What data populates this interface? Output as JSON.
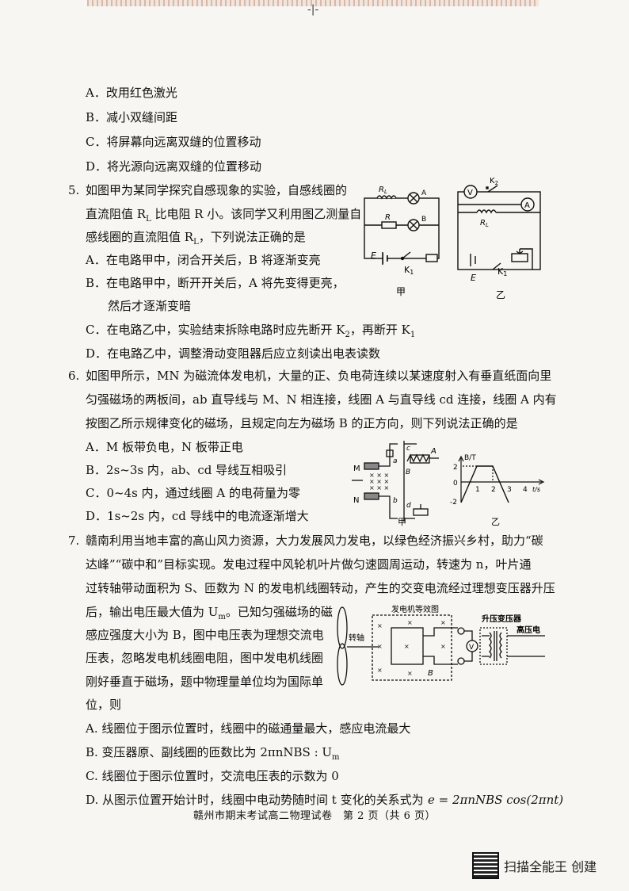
{
  "q4_options": {
    "A": "A．改用红色激光",
    "B": "B．减小双缝间距",
    "C": "C．将屏幕向远离双缝的位置移动",
    "D": "D．将光源向远离双缝的位置移动"
  },
  "q5": {
    "number": "5.",
    "stem_1": "如图甲为某同学探究自感现象的实验，自感线圈的",
    "stem_2": "直流阻值 R",
    "stem_2_sub": "L",
    "stem_2_rest": " 比电阻 R 小。该同学又利用图乙测量自",
    "stem_3": "感线圈的直流阻值 R",
    "stem_3_sub": "L",
    "stem_3_rest": "，下列说法正确的是",
    "A": "A．在电路甲中，闭合开关后，B 将逐渐变亮",
    "B1": "B．在电路甲中，断开开关后，A 将先变得更亮，",
    "B2": "然后才逐渐变暗",
    "C": "C．在电路乙中，实验结束拆除电路时应先断开 K",
    "C_sub1": "2",
    "C_rest": "，再断开 K",
    "C_sub2": "1",
    "D": "D．在电路乙中，调整滑动变阻器后应立刻读出电表读数",
    "fig_jia": {
      "label": "甲",
      "RL": "R",
      "RL_sub": "L",
      "R": "R",
      "A": "A",
      "B": "B",
      "E": "E",
      "K1": "K",
      "K1_sub": "1"
    },
    "fig_yi": {
      "label": "乙",
      "V": "V",
      "A": "A",
      "K2": "K",
      "K2_sub": "2",
      "RL": "R",
      "RL_sub": "L",
      "E": "E",
      "K1": "K",
      "K1_sub": "1"
    }
  },
  "q6": {
    "number": "6.",
    "stem_1": "如图甲所示，MN 为磁流体发电机，大量的正、负电荷连续以某速度射入有垂直纸面向里",
    "stem_2": "匀强磁场的两板间，ab 直导线与 M、N 相连接，线圈 A 与直导线 cd 连接，线圈 A 内有",
    "stem_3": "按图乙所示规律变化的磁场，且规定向左为磁场 B 的正方向，则下列说法正确的是",
    "A": "A．M 板带负电，N 板带正电",
    "B": "B．2s~3s 内，ab、cd 导线互相吸引",
    "C": "C．0~4s 内，通过线圈 A 的电荷量为零",
    "D": "D．1s~2s 内，cd 导线中的电流逐渐增大",
    "fig_jia": {
      "label": "甲",
      "M": "M",
      "N": "N",
      "a": "a",
      "b": "b",
      "c": "c",
      "d": "d",
      "coil": "A",
      "B": "B"
    },
    "fig_yi": {
      "label": "乙",
      "ylabel": "B/T",
      "xlabel": "t/s",
      "y_pos": "2",
      "y_zero": "0",
      "y_neg": "-2",
      "x1": "1",
      "x2": "2",
      "x3": "3",
      "x4": "4"
    }
  },
  "q7": {
    "number": "7.",
    "stem_1": "赣南利用当地丰富的高山风力资源，大力发展风力发电，以绿色经济振兴乡村，助力“碳",
    "stem_2": "达峰”“碳中和”目标实现。发电过程中风轮机叶片做匀速圆周运动，转速为 n，叶片通",
    "stem_3": "过转轴带动面积为 S、匝数为 N 的发电机线圈转动，产生的交变电流经过理想变压器升压",
    "stem_4": "后，输出电压最大值为 U",
    "stem_4_sub": "m",
    "stem_4_rest": "。已知匀强磁场的磁",
    "stem_5": "感应强度大小为 B，图中电压表为理想交流电",
    "stem_6": "压表，忽略发电机线圈电阻，图中发电机线圈",
    "stem_7": "刚好垂直于磁场，题中物理量单位均为国际单",
    "stem_8": "位，则",
    "A": "A. 线圈位于图示位置时，线圈中的磁通量最大，感应电流最大",
    "B": "B. 变压器原、副线圈的匝数比为 2πnNBS : U",
    "B_sub": "m",
    "C": "C. 线圈位于图示位置时，交流电压表的示数为 0",
    "D": "D. 从图示位置开始计时，线圈中电动势随时间 t 变化的关系式为",
    "D_formula": "e = 2πnNBS cos(2πnt)",
    "fig": {
      "title": "发电机等效图",
      "shaft": "转轴",
      "transformer": "升压变压器",
      "high_voltage": "高压电",
      "B": "B"
    }
  },
  "footer": "赣州市期末考试高二物理试卷　第 2 页（共 6 页）",
  "watermark": "扫描全能王  创建"
}
